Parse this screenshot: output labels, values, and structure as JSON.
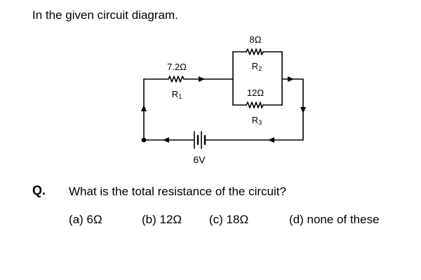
{
  "intro": "In the given circuit diagram.",
  "circuit": {
    "r1_value": "7.2Ω",
    "r1_label": "R",
    "r1_sub": "1",
    "r2_value": "8Ω",
    "r2_label": "R",
    "r2_sub": "2",
    "r3_value": "12Ω",
    "r3_label": "R",
    "r3_sub": "3",
    "battery_value": "6V"
  },
  "question": {
    "marker": "Q.",
    "text": "What is the total resistance of the circuit?",
    "options": [
      "(a)  6Ω",
      "(b)  12Ω",
      "(c)  18Ω",
      "(d)  none of these"
    ]
  }
}
